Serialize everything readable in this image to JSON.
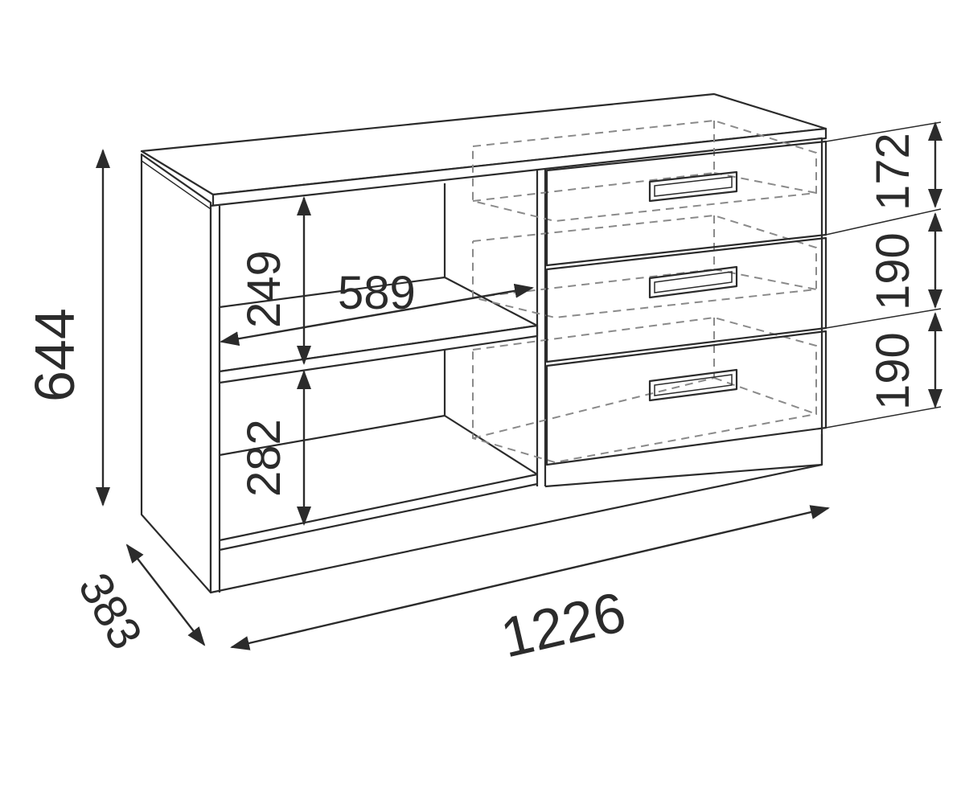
{
  "title": "Chest of drawers dimension drawing",
  "dimensions": {
    "height": "644",
    "depth": "383",
    "width": "1226",
    "upper_shelf_height": "249",
    "lower_shelf_height": "282",
    "open_section_width": "589",
    "drawer_1_height": "172",
    "drawer_2_height": "190",
    "drawer_3_height": "190"
  },
  "colors": {
    "line": "#2b2b2b",
    "hidden_line": "#8a8a8a"
  }
}
